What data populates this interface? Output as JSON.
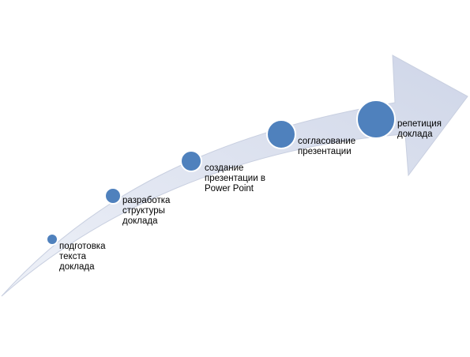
{
  "diagram": {
    "arrow_color": "#d5dbea",
    "bullet_color": "#4f81bd",
    "bullet_stroke": "#ffffff",
    "steps": [
      {
        "label": "подготовка\nтекста\nдоклада"
      },
      {
        "label": "разработка\nструктуры\nдоклада"
      },
      {
        "label": "создание\nпрезентации в\nPower Point"
      },
      {
        "label": "согласование\nпрезентации"
      },
      {
        "label": "репетиция\nдоклада"
      }
    ]
  }
}
